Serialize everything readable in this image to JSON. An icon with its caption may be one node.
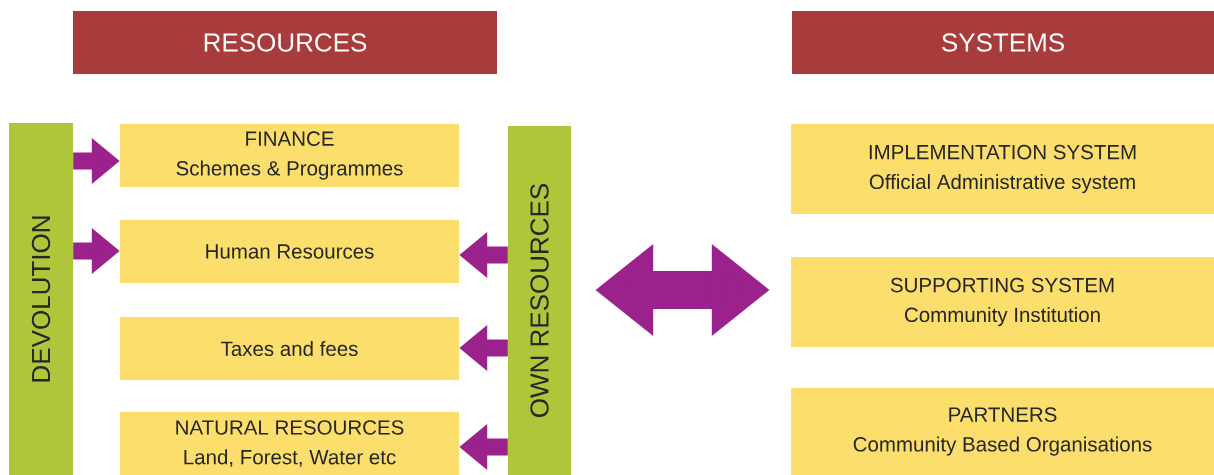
{
  "diagram": {
    "nodes": [
      {
        "text": [
          "RESOURCES"
        ]
      },
      {
        "text": [
          "SYSTEMS"
        ]
      },
      {
        "text": [
          "DEVOLUTION"
        ]
      },
      {
        "text": [
          "FINANCE",
          "Schemes & Programmes"
        ]
      },
      {
        "text": [
          "Human Resources"
        ]
      },
      {
        "text": [
          "Taxes and fees"
        ]
      },
      {
        "text": [
          "NATURAL RESOURCES",
          "Land, Forest, Water etc"
        ]
      },
      {
        "text": [
          "OWN RESOURCES"
        ]
      },
      {
        "text": [
          "IMPLEMENTATION SYSTEM",
          "Official Administrative system"
        ]
      },
      {
        "text": [
          "SUPPORTING SYSTEM",
          "Community Institution"
        ]
      },
      {
        "text": [
          "PARTNERS",
          "Community Based Organisations"
        ]
      }
    ],
    "edges": [
      {
        "from": 2,
        "to": 3,
        "arrow": "to"
      },
      {
        "from": 2,
        "to": 4,
        "arrow": "to"
      },
      {
        "from": 7,
        "to": 4,
        "arrow": "to"
      },
      {
        "from": 7,
        "to": 5,
        "arrow": "to"
      },
      {
        "from": 7,
        "to": 6,
        "arrow": "to"
      },
      {
        "from": 7,
        "to": 9,
        "arrow": "both",
        "style": "thick"
      }
    ]
  }
}
